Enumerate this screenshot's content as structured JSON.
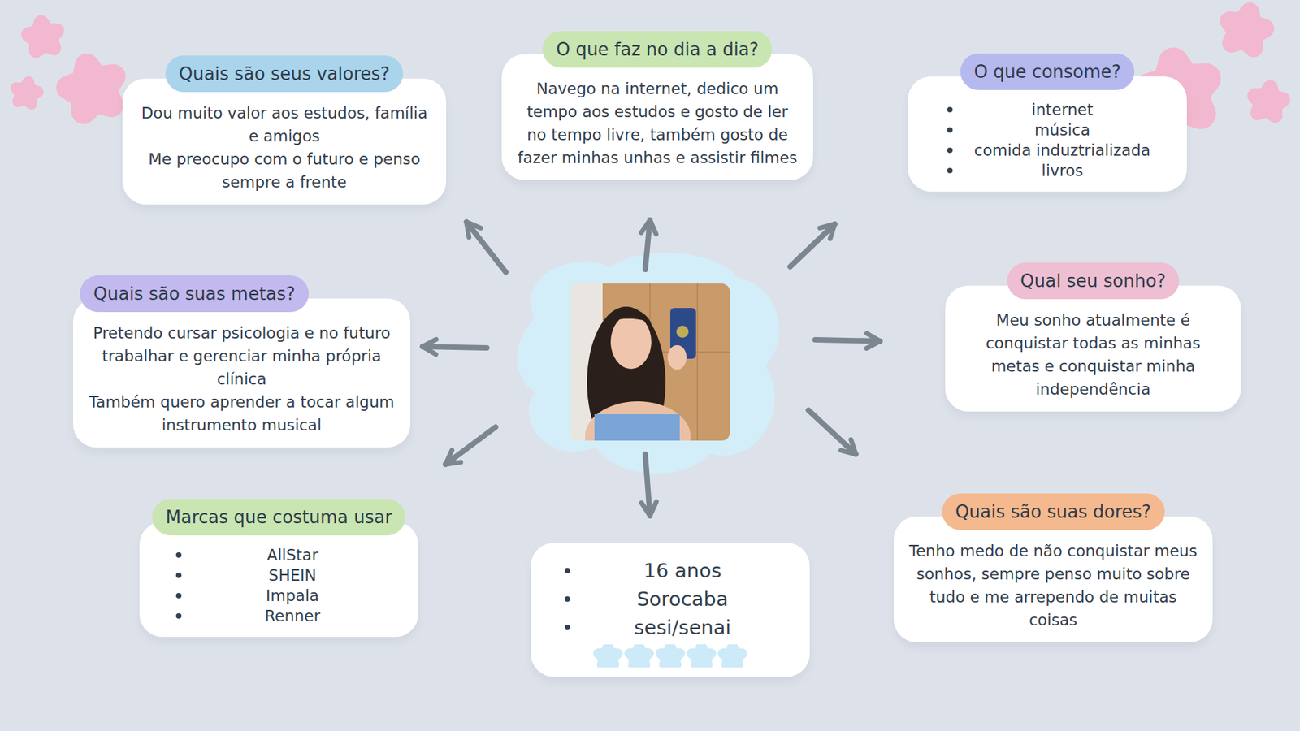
{
  "diagram": {
    "nodes": [
      {
        "text": [
          "Quais são seus valores?",
          "Dou muito valor aos estudos, família e amigos",
          "Me preocupo com o futuro e penso sempre a frente"
        ]
      },
      {
        "text": [
          "O que faz no dia a dia?",
          "Navego na internet, dedico um tempo aos estudos e gosto de ler no tempo livre, também gosto de fazer minhas unhas e assistir filmes"
        ]
      },
      {
        "text": [
          "O que consome?",
          "internet",
          "música",
          "comida induztrializada",
          "livros"
        ]
      },
      {
        "text": [
          "Quais são suas metas?",
          "Pretendo cursar psicologia e no futuro trabalhar e gerenciar minha própria clínica",
          "Também quero aprender a tocar algum instrumento musical"
        ]
      },
      {
        "text": [
          "Qual seu sonho?",
          "Meu sonho atualmente é conquistar todas as minhas metas e conquistar minha independência"
        ]
      },
      {
        "text": [
          "Marcas que costuma usar",
          "AllStar",
          "SHEIN",
          "Impala",
          "Renner"
        ]
      },
      {
        "text": [
          "16 anos",
          "Sorocaba",
          "sesi/senai"
        ]
      },
      {
        "text": [
          "Quais são suas dores?",
          "Tenho medo de não conquistar meus sonhos, sempre penso muito sobre tudo e me arrependo de muitas coisas"
        ]
      }
    ]
  }
}
